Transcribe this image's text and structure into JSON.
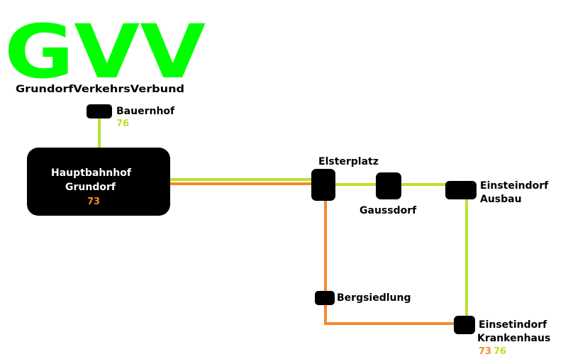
{
  "logo": {
    "text": "GVV",
    "subtitle": "GrundorfVerkehrsVerbund",
    "color": "#00ff00"
  },
  "lines": [
    {
      "number": "73",
      "color": "#f58a2c"
    },
    {
      "number": "76",
      "color": "#b8e22c"
    }
  ],
  "stations": {
    "bauernhof": {
      "name": "Bauernhof",
      "lines": [
        "76"
      ]
    },
    "hauptbahnhof": {
      "name_line1": "Hauptbahnhof",
      "name_line2": "Grundorf",
      "lines": [
        "73"
      ]
    },
    "elsterplatz": {
      "name": "Elsterplatz"
    },
    "gaussdorf": {
      "name": "Gaussdorf"
    },
    "einsteindorf_ausbau": {
      "name_line1": "Einsteindorf",
      "name_line2": "Ausbau"
    },
    "bergsiedlung": {
      "name": "Bergsiedlung"
    },
    "einstein_krankenhaus": {
      "name_line1": "Einsetindorf",
      "name_line2": "Krankenhaus",
      "lines": [
        "73",
        "76"
      ]
    }
  }
}
